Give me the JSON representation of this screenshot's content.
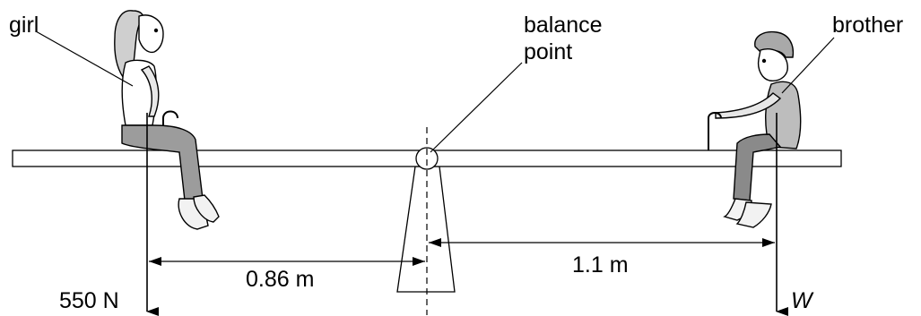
{
  "labels": {
    "girl": "girl",
    "brother": "brother",
    "balance_line1": "balance",
    "balance_line2": "point",
    "force_girl": "550 N",
    "force_brother": "W",
    "dist_left": "0.86 m",
    "dist_right": "1.1 m"
  },
  "figures": {
    "girl": "girl-figure",
    "brother": "brother-figure"
  }
}
